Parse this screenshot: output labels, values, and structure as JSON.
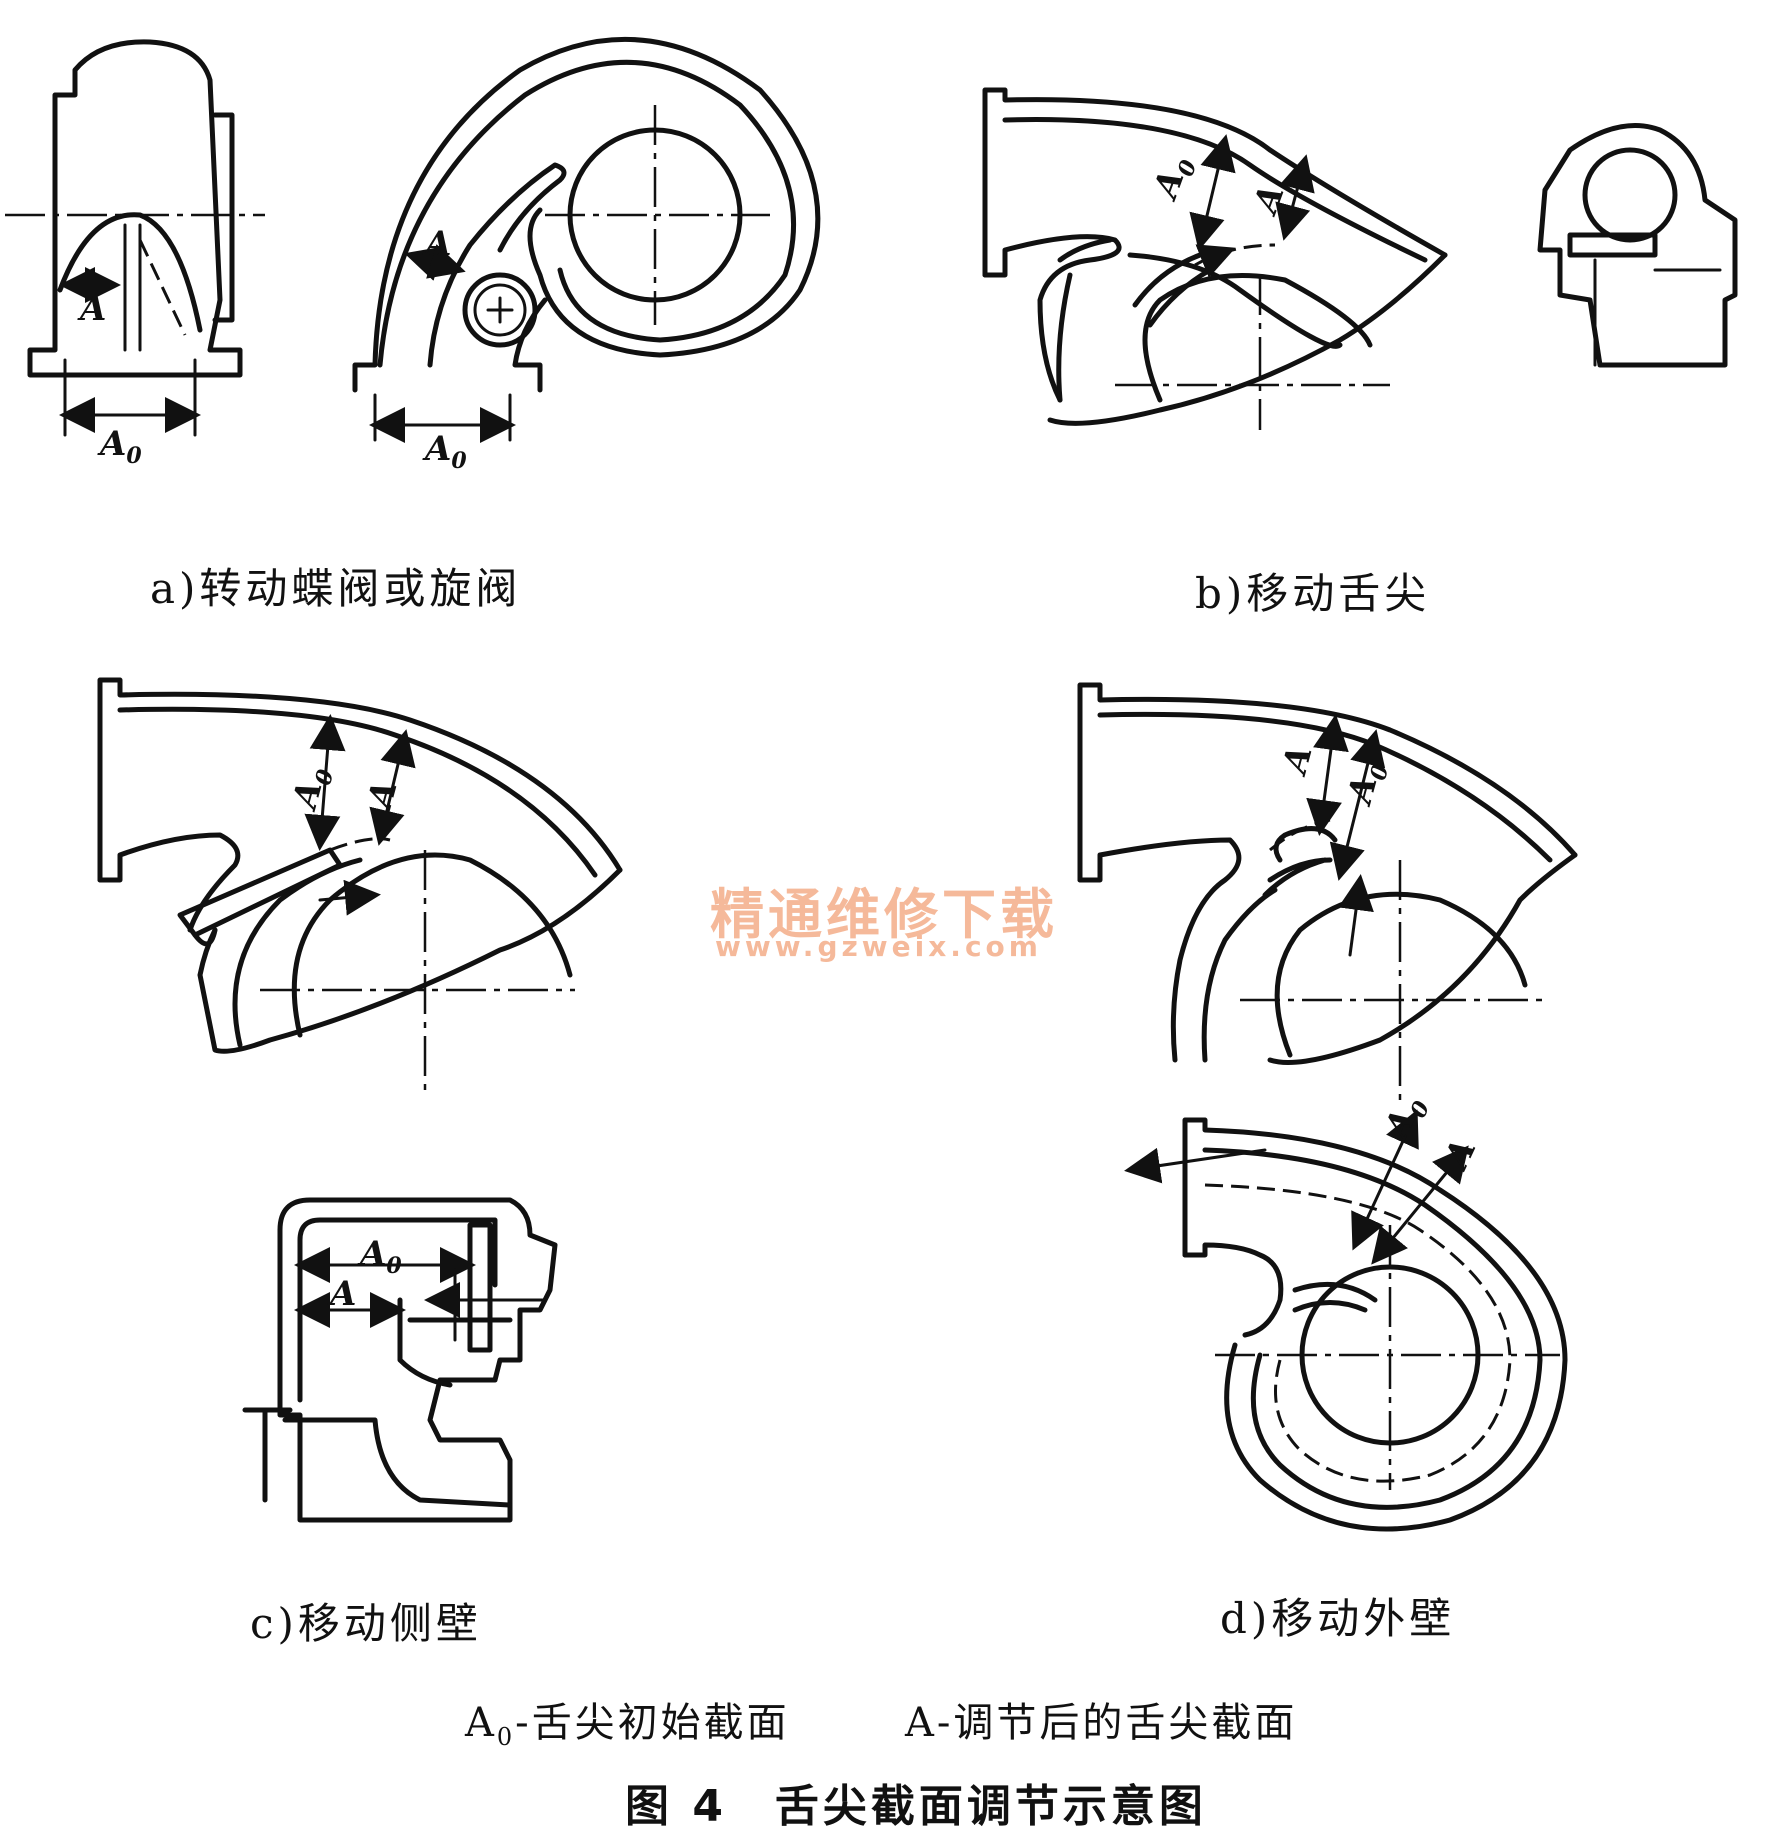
{
  "labels": {
    "A": "A",
    "A0_main": "A",
    "A0_sub": "0"
  },
  "captions": {
    "a": "a)转动蝶阀或旋阀",
    "b": "b)移动舌尖",
    "c": "c)移动侧壁",
    "d": "d)移动外壁"
  },
  "legend": {
    "a0_symbol": "A",
    "a0_symbol_sub": "0",
    "a0_text": "-舌尖初始截面",
    "a_text": "A-调节后的舌尖截面"
  },
  "figure_title": "图 4　舌尖截面调节示意图",
  "watermark": {
    "line1": "精通维修下载",
    "line2": "www.gzweix.com"
  }
}
